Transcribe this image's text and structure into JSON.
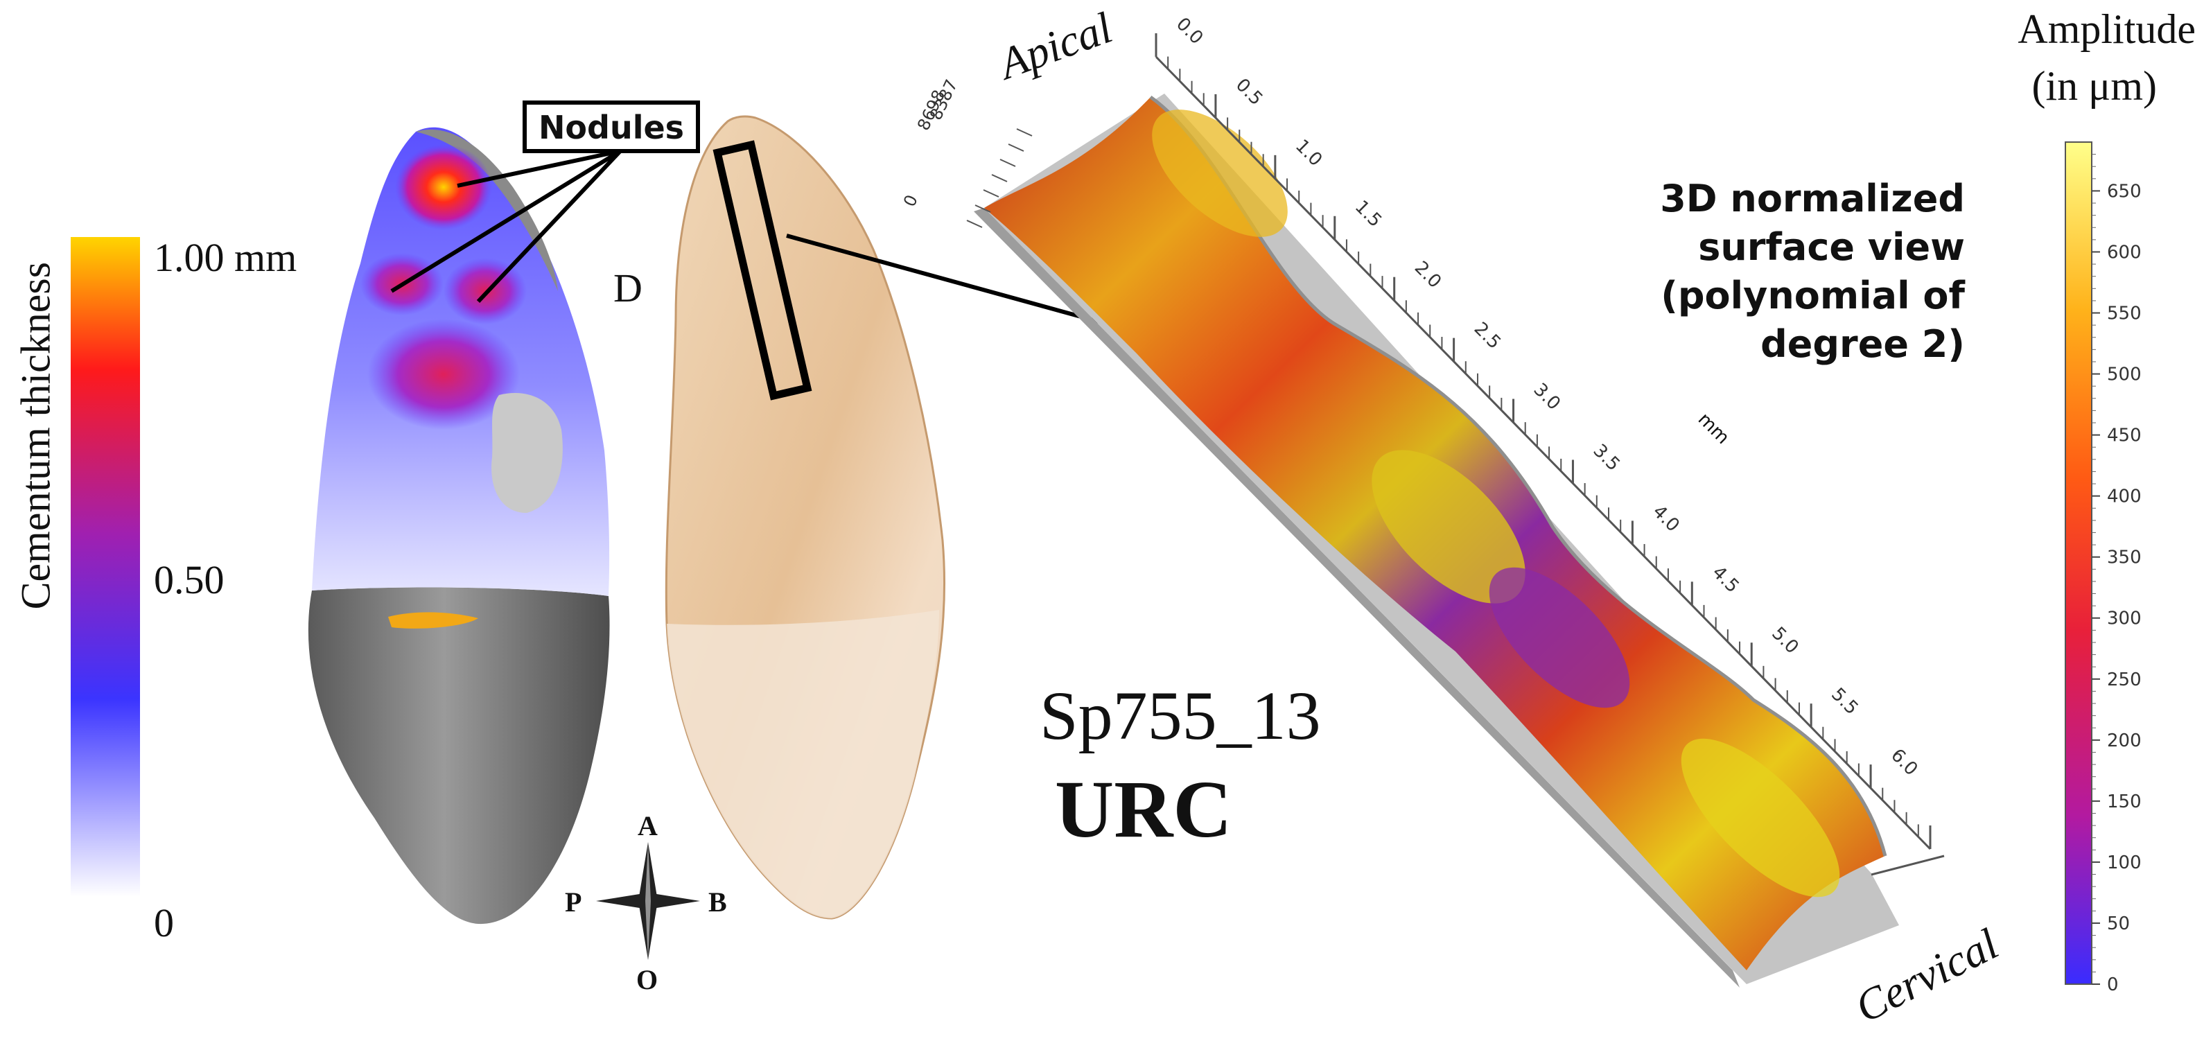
{
  "cementum_scale": {
    "title": "Cementum thickness",
    "tick_top": "1.00 mm",
    "tick_mid": "0.50",
    "tick_bottom": "0"
  },
  "labels": {
    "nodules": "Nodules",
    "distal": "D",
    "specimen_id": "Sp755_13",
    "specimen_code": "URC"
  },
  "compass": {
    "north": "A",
    "west": "P",
    "east": "B",
    "south": "O"
  },
  "surface_view": {
    "axis_start": "Apical",
    "axis_end": "Cervical",
    "axis_unit": "mm",
    "axis_ticks": [
      "0.0",
      "0.5",
      "1.0",
      "1.5",
      "2.0",
      "2.5",
      "3.0",
      "3.5",
      "4.0",
      "4.5",
      "5.0",
      "5.5",
      "6.0"
    ],
    "width_ticks": [
      "0",
      "8698",
      "8387"
    ],
    "description_lines": [
      "3D normalized",
      "surface view",
      "(polynomial of",
      "degree 2)"
    ]
  },
  "amplitude_scale": {
    "title_line1": "Amplitude",
    "title_line2": "(in μm)",
    "ticks": [
      "0",
      "50",
      "100",
      "150",
      "200",
      "250",
      "300",
      "350",
      "400",
      "450",
      "500",
      "550",
      "600",
      "650"
    ]
  },
  "colors": {
    "cementum_gradient": [
      "#ffffff",
      "#3b34ff",
      "#a020b0",
      "#ff1a1a",
      "#ffd400"
    ],
    "amplitude_gradient": [
      "#3a2cff",
      "#b31aa0",
      "#e8203a",
      "#ff5a14",
      "#ffb21a",
      "#ffff8a"
    ],
    "model_grey": "#6d6d6d",
    "tooth_tan": "#e9c9a2"
  }
}
